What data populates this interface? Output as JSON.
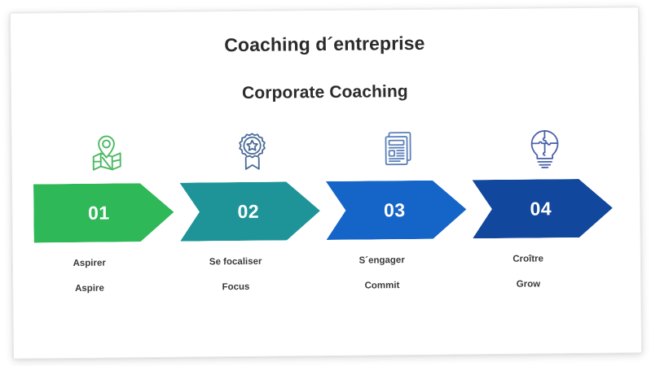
{
  "slide": {
    "title_fr": "Coaching d´entreprise",
    "title_en": "Corporate Coaching"
  },
  "steps": [
    {
      "number": "01",
      "label_fr": "Aspirer",
      "label_en": "Aspire",
      "icon": "map-location-pin-icon",
      "color": "#2EB857",
      "icon_color": "#4CB963"
    },
    {
      "number": "02",
      "label_fr": "Se focaliser",
      "label_en": "Focus",
      "icon": "award-badge-star-icon",
      "color": "#1E9499",
      "icon_color": "#4A6B96"
    },
    {
      "number": "03",
      "label_fr": "S´engager",
      "label_en": "Commit",
      "icon": "documents-stack-icon",
      "color": "#1565C8",
      "icon_color": "#5B7FB8"
    },
    {
      "number": "04",
      "label_fr": "Croître",
      "label_en": "Grow",
      "icon": "lightbulb-puzzle-icon",
      "color": "#11479C",
      "icon_color": "#4A62A8"
    }
  ]
}
